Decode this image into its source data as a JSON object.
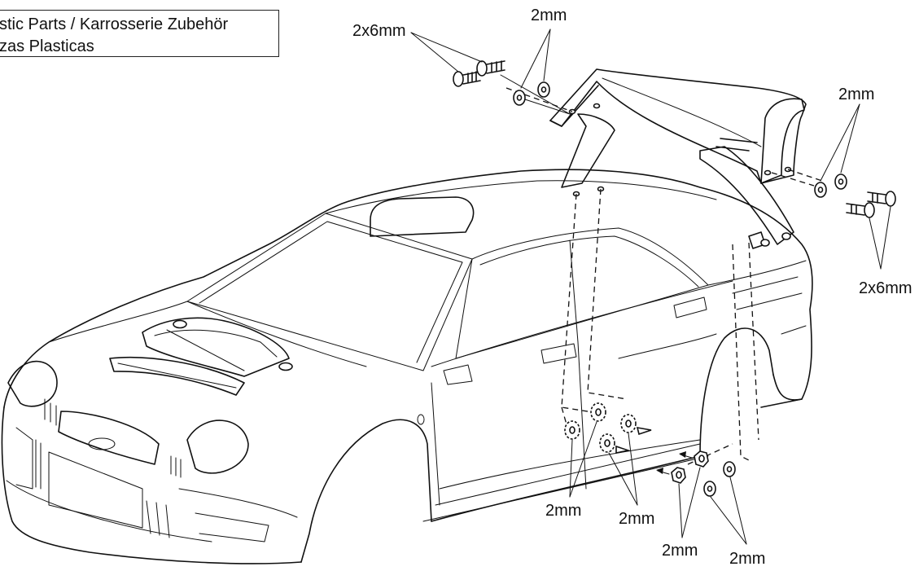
{
  "header": {
    "line1": "stic Parts / Karrosserie Zubehör",
    "line2": "zas Plasticas"
  },
  "callouts": {
    "screw_top_left": "2x6mm",
    "washer_top": "2mm",
    "washer_right": "2mm",
    "screw_right": "2x6mm",
    "nuts_door_left": "2mm",
    "nuts_door_right": "2mm",
    "nuts_rear_left": "2mm",
    "nuts_rear_right": "2mm"
  }
}
